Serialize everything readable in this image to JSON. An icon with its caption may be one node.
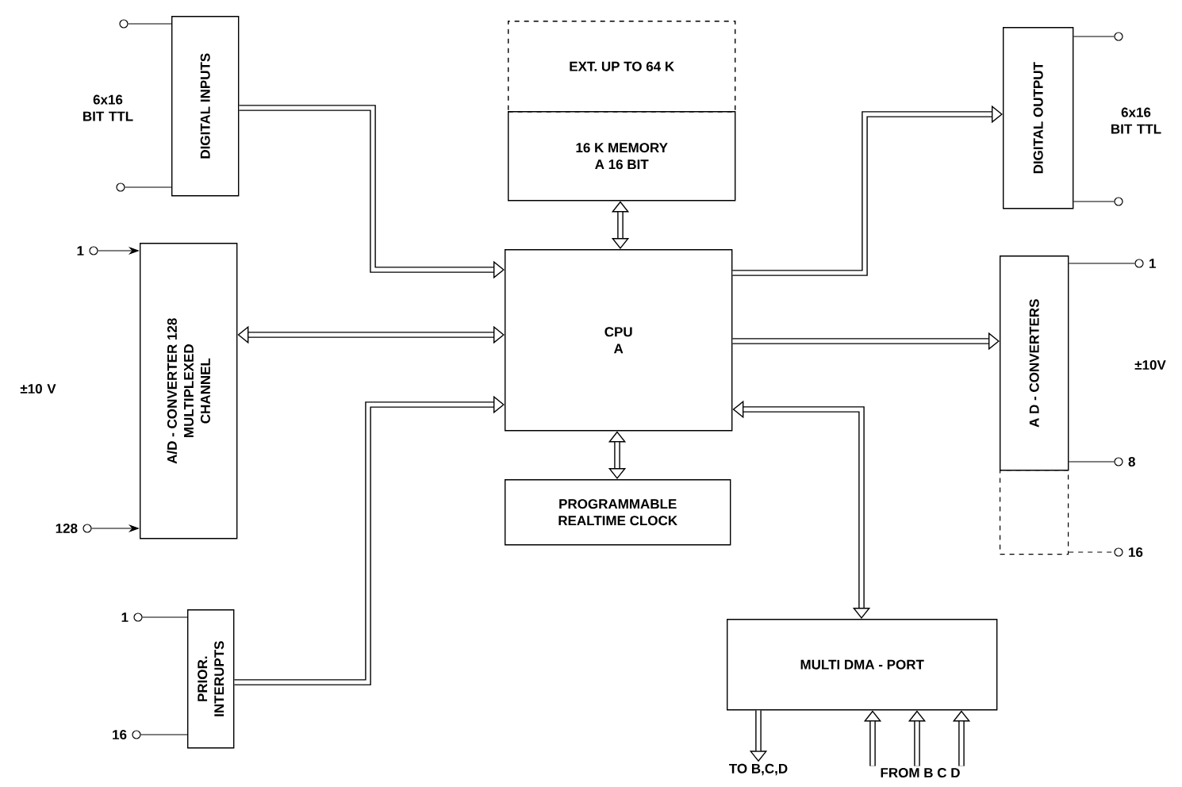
{
  "diagram": {
    "nodes": [
      {
        "text": [
          "DIGITAL INPUTS"
        ]
      },
      {
        "text": [
          "A/D - CONVERTER 128 MULTIPLEXED CHANNEL"
        ]
      },
      {
        "text": [
          "PRIOR. INTERUPTS"
        ]
      },
      {
        "text": [
          "EXT. UP TO 64 K"
        ]
      },
      {
        "text": [
          "16 K MEMORY A 16 BIT"
        ]
      },
      {
        "text": [
          "CPU A"
        ]
      },
      {
        "text": [
          "PROGRAMMABLE REALTIME CLOCK"
        ]
      },
      {
        "text": [
          "DIGITAL OUTPUT"
        ]
      },
      {
        "text": [
          "A D - CONVERTERS"
        ]
      },
      {
        "text": [
          "MULTI DMA - PORT"
        ]
      },
      {
        "text": [],
        "shape": "circle"
      },
      {
        "text": [],
        "shape": "circle"
      },
      {
        "text": [],
        "shape": "circle",
        "beside": [
          "1"
        ]
      },
      {
        "text": [],
        "shape": "circle",
        "beside": [
          "128"
        ]
      },
      {
        "text": [],
        "shape": "circle",
        "beside": [
          "1"
        ]
      },
      {
        "text": [],
        "shape": "circle",
        "beside": [
          "16"
        ]
      },
      {
        "text": [],
        "shape": "circle"
      },
      {
        "text": [],
        "shape": "circle"
      },
      {
        "text": [],
        "shape": "circle",
        "beside": [
          "1"
        ]
      },
      {
        "text": [],
        "shape": "circle",
        "beside": [
          "8"
        ]
      },
      {
        "text": [],
        "shape": "circle",
        "beside": [
          "16"
        ]
      },
      {
        "text": [],
        "shape": "box"
      },
      {
        "text": [
          "TO B,C,D"
        ]
      },
      {
        "text": [
          "FROM B C D"
        ]
      }
    ],
    "edges": [
      {
        "from": 0,
        "to": 5,
        "arrow": "to"
      },
      {
        "from": 1,
        "to": 5,
        "arrow": "both"
      },
      {
        "from": 2,
        "to": 5,
        "arrow": "to"
      },
      {
        "from": 4,
        "to": 5,
        "arrow": "both"
      },
      {
        "from": 5,
        "to": 6,
        "arrow": "both"
      },
      {
        "from": 5,
        "to": 7,
        "arrow": "to"
      },
      {
        "from": 5,
        "to": 8,
        "arrow": "to"
      },
      {
        "from": 5,
        "to": 9,
        "arrow": "both"
      },
      {
        "from": 10,
        "to": 0,
        "arrow": "none"
      },
      {
        "from": 11,
        "to": 0,
        "arrow": "none"
      },
      {
        "from": 12,
        "to": 1,
        "arrow": "to"
      },
      {
        "from": 13,
        "to": 1,
        "arrow": "to"
      },
      {
        "from": 14,
        "to": 2,
        "arrow": "none"
      },
      {
        "from": 15,
        "to": 2,
        "arrow": "none"
      },
      {
        "from": 7,
        "to": 16,
        "arrow": "none"
      },
      {
        "from": 7,
        "to": 17,
        "arrow": "none"
      },
      {
        "from": 8,
        "to": 18,
        "arrow": "none"
      },
      {
        "from": 8,
        "to": 19,
        "arrow": "none"
      },
      {
        "from": 21,
        "to": 20,
        "arrow": "none",
        "style": "dashed"
      },
      {
        "from": 9,
        "to": 22,
        "arrow": "to"
      },
      {
        "from": 23,
        "to": 9,
        "arrow": "to"
      },
      {
        "from": 23,
        "to": 9,
        "arrow": "to"
      },
      {
        "from": 23,
        "to": 9,
        "arrow": "to"
      }
    ],
    "labels": [
      "6x16 BIT TTL",
      "6x16 BIT TTL",
      "±10V",
      "±10 V"
    ]
  }
}
